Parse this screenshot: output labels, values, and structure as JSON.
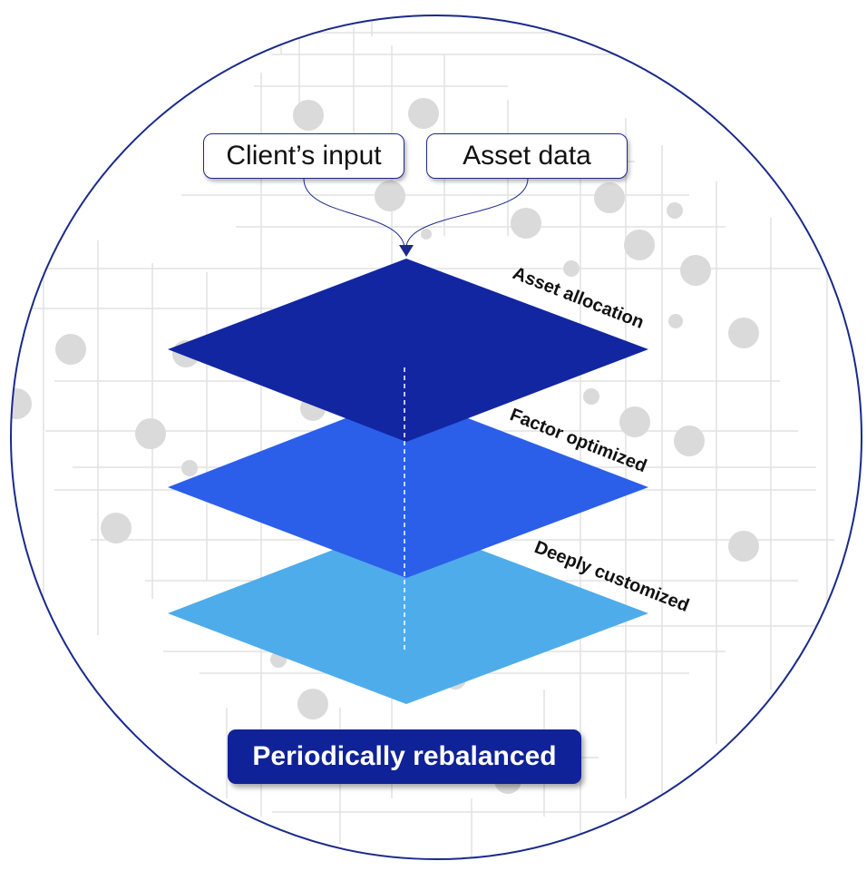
{
  "inputs": {
    "client_input": "Client’s input",
    "asset_data": "Asset data"
  },
  "layers": [
    {
      "label": "Asset allocation",
      "color": "#1226a2"
    },
    {
      "label": "Factor optimized",
      "color": "#2b5fea"
    },
    {
      "label": "Deeply customized",
      "color": "#4facea"
    }
  ],
  "footer": {
    "label": "Periodically rebalanced",
    "color": "#0f2298"
  },
  "colors": {
    "circle_outline": "#1a2a8a",
    "grid_lines": "#e2e2e2",
    "dots": "#dadada",
    "connector": "#1a2a8a"
  }
}
